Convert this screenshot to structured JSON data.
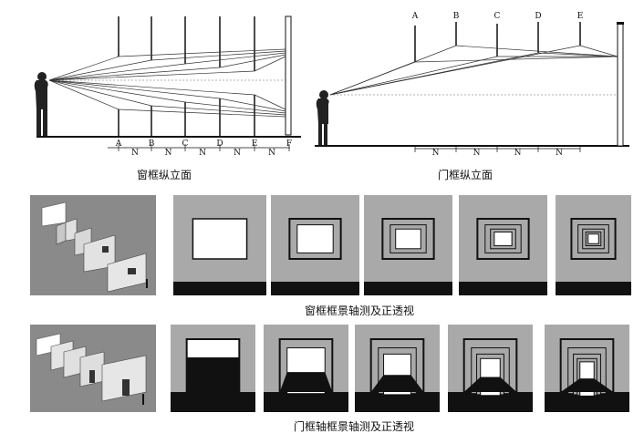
{
  "captions": {
    "window_elevation": "窗框纵立面",
    "door_elevation": "门框纵立面",
    "window_series": "窗框框景轴测及正透视",
    "door_series": "门框轴框景轴测及正透视"
  },
  "window_diagram": {
    "frame_labels": [
      "A",
      "B",
      "C",
      "D",
      "E",
      "F"
    ],
    "spacing_label": "N"
  },
  "door_diagram": {
    "frame_labels": [
      "A",
      "B",
      "C",
      "D",
      "E"
    ],
    "spacing_label": "N"
  },
  "colors": {
    "panel_grey": "#a9a9a9",
    "axo_background": "#8a8a8a",
    "ground": "#111111",
    "opening": "#ffffff"
  }
}
